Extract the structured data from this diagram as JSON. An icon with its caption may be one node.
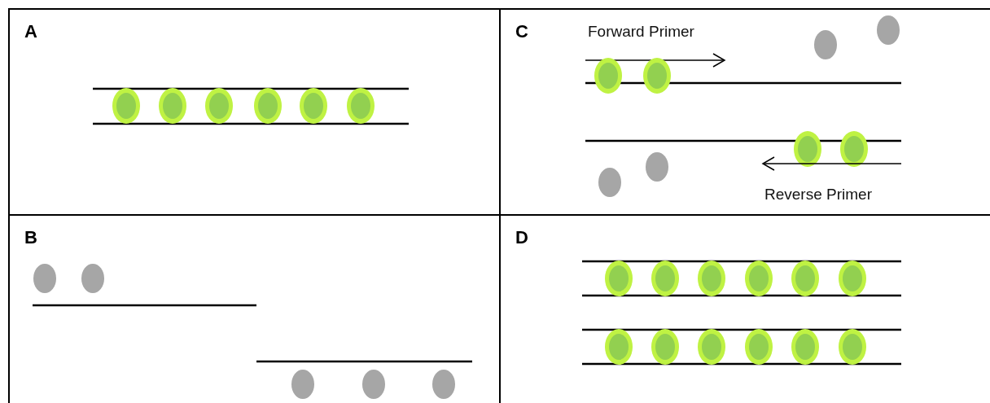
{
  "diagram": {
    "nodes": [
      {
        "text": [
          "A"
        ]
      },
      {
        "text": [
          "C"
        ]
      },
      {
        "text": [
          "B"
        ]
      },
      {
        "text": [
          "D"
        ]
      }
    ],
    "labels": [
      "Forward Primer",
      "Reverse Primer"
    ]
  }
}
